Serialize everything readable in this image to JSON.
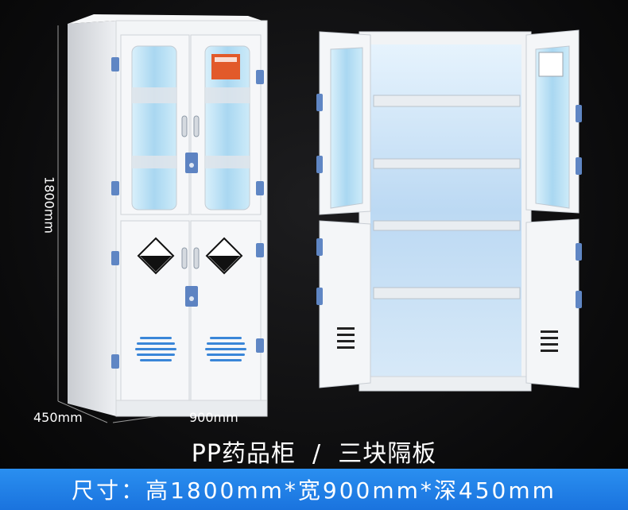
{
  "dimensions": {
    "height": "1800mm",
    "depth": "450mm",
    "width": "900mm"
  },
  "title": "PP药品柜  /  三块隔板",
  "banner": "尺寸：高1800mm*宽900mm*深450mm",
  "colors": {
    "cabinet": "#f4f6f8",
    "glass": "#bfe3f6",
    "hinge": "#5f86c4",
    "banner": "#1e80e8"
  }
}
